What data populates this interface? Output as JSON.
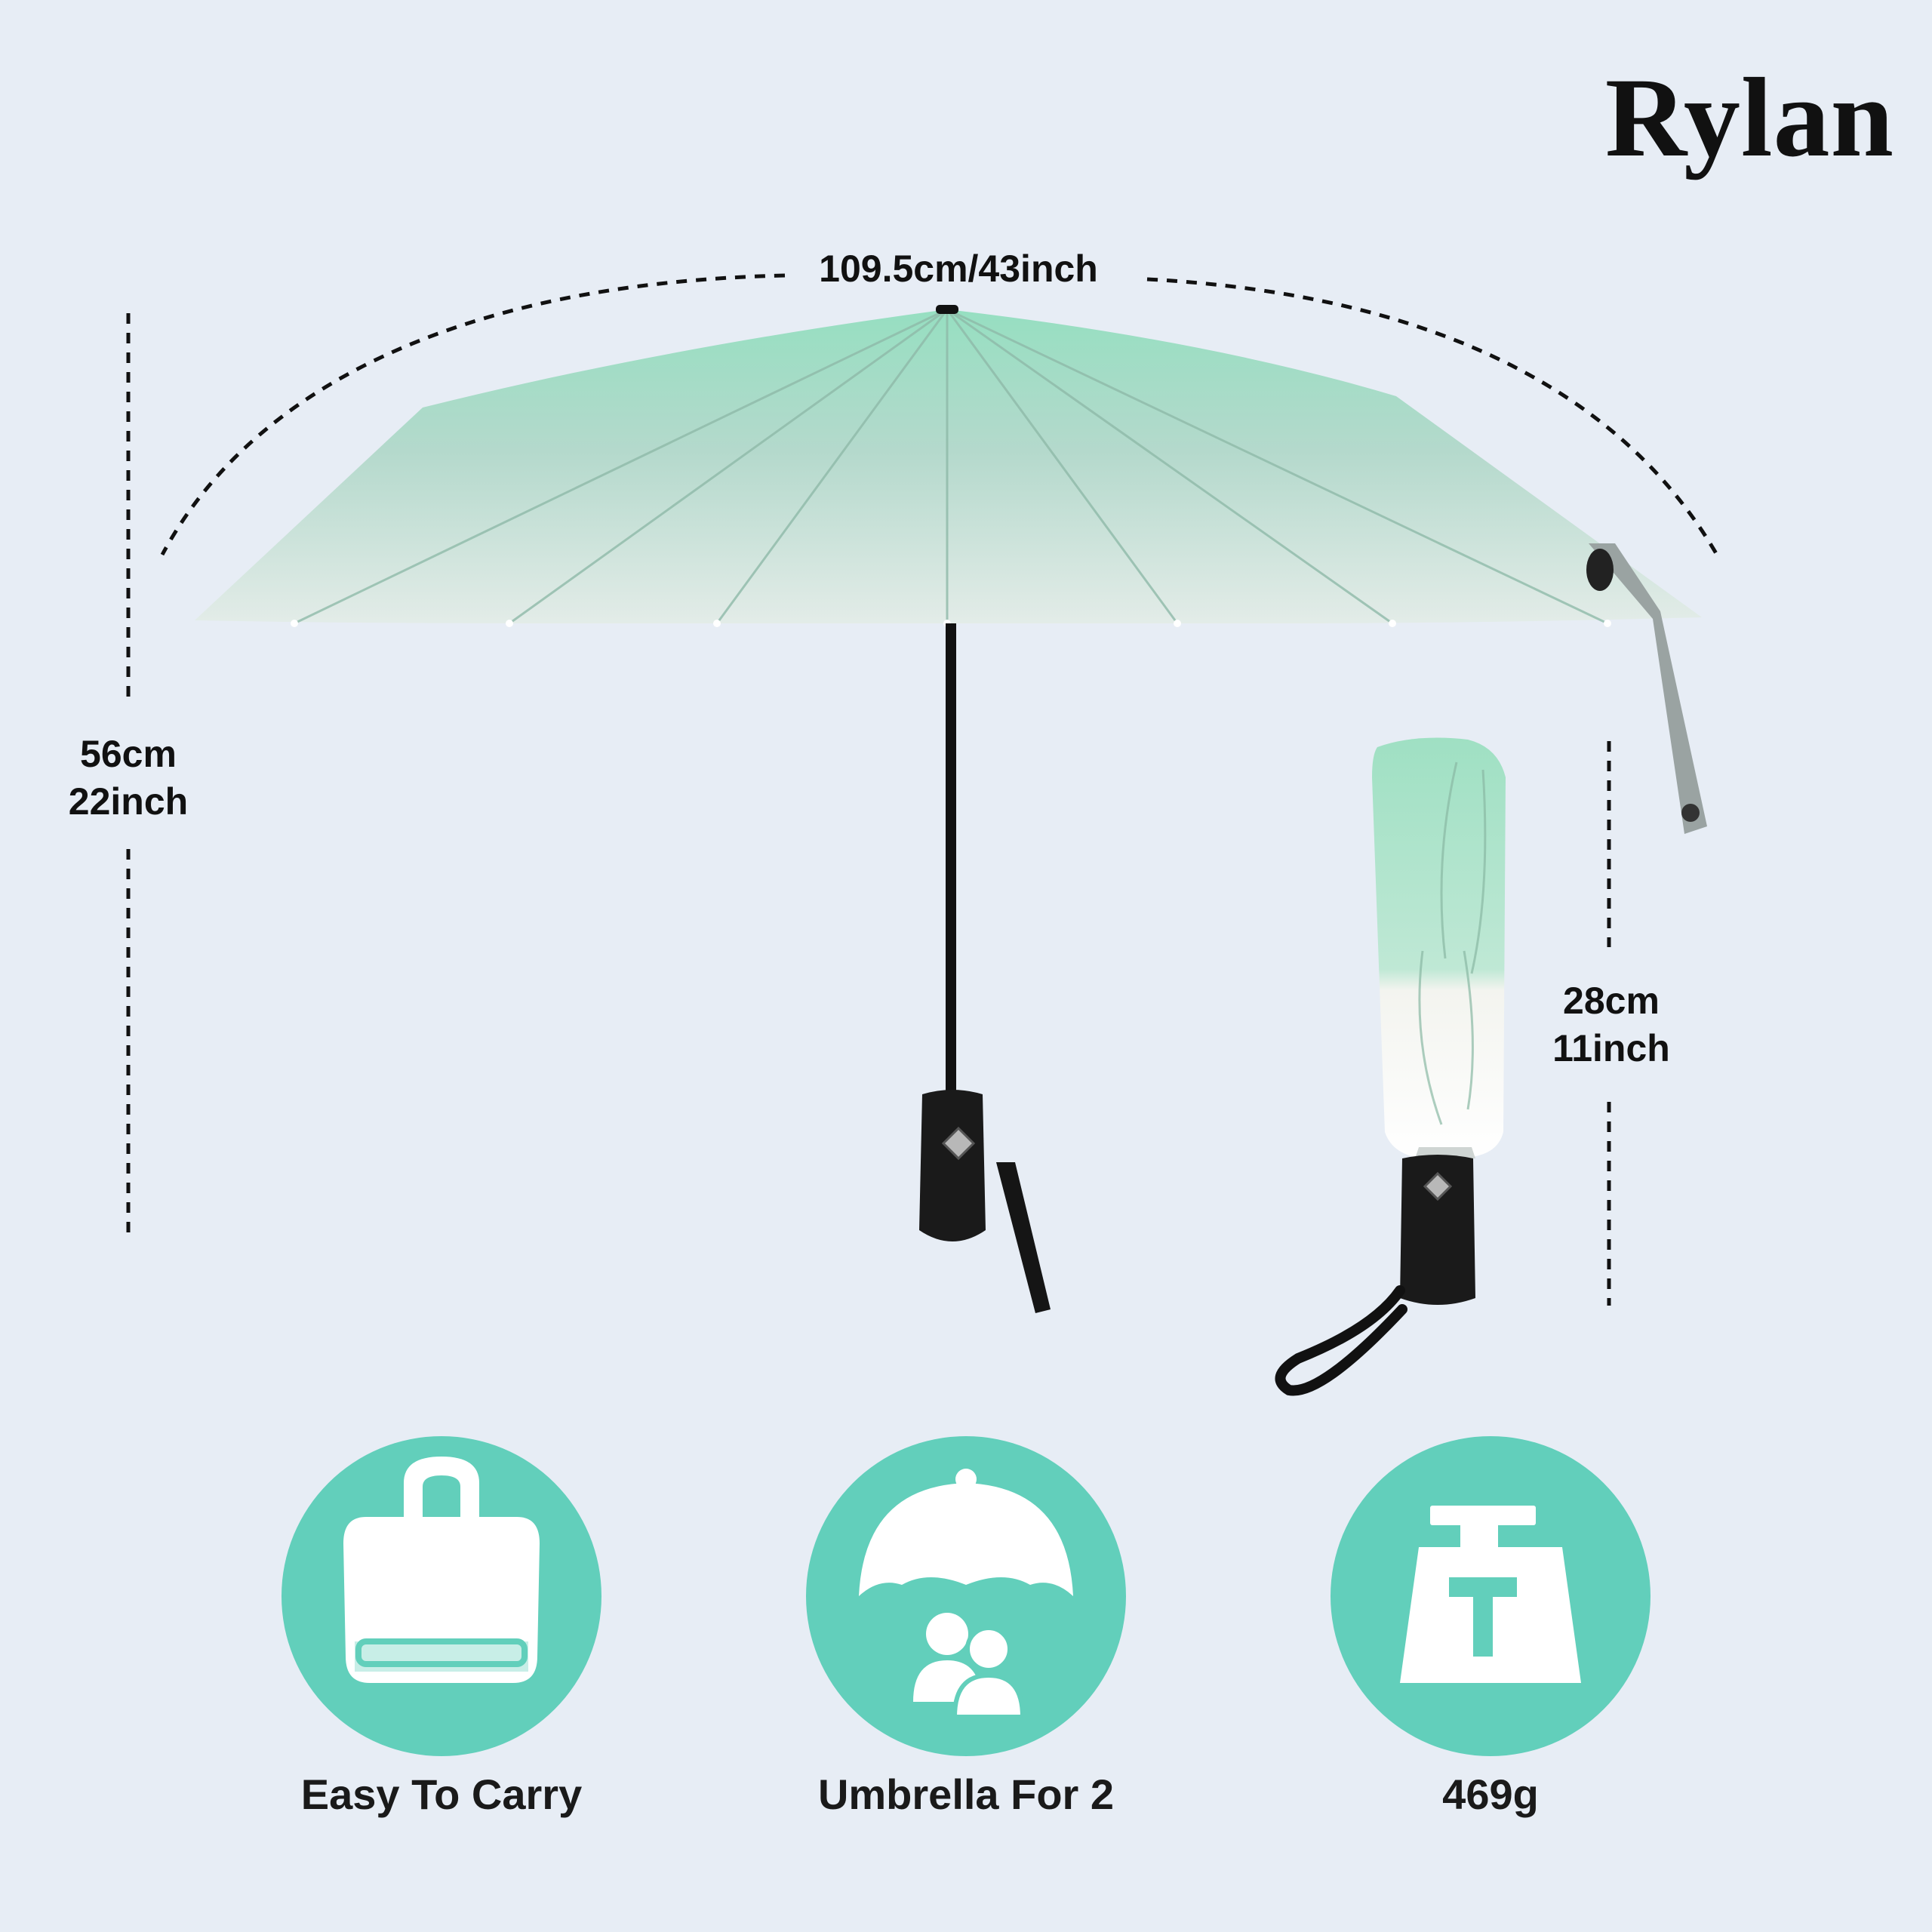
{
  "brand": {
    "name": "Rylan"
  },
  "dimensions": {
    "canopy_width": "109.5cm/43inch",
    "open_height": {
      "cm": "56cm",
      "inch": "22inch"
    },
    "folded_length": {
      "cm": "28cm",
      "inch": "11inch"
    }
  },
  "features": [
    {
      "icon": "handbag-icon",
      "label": "Easy To Carry"
    },
    {
      "icon": "umbrella-two-people-icon",
      "label": "Umbrella For 2"
    },
    {
      "icon": "weight-icon",
      "label": "469g"
    }
  ],
  "colors": {
    "background": "#e7edf5",
    "canopy_mint": "#9fe0c5",
    "feature_circle": "#62cfbb",
    "handle": "#1a1a1a"
  }
}
